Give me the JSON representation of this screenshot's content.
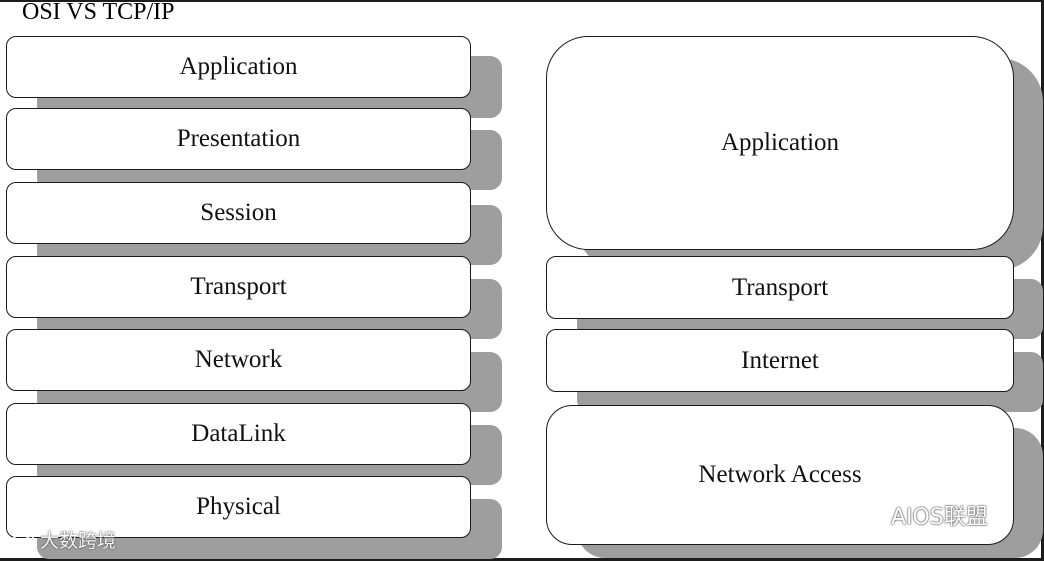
{
  "title": "OSI VS TCP/IP",
  "osi_layers": [
    "Application",
    "Presentation",
    "Session",
    "Transport",
    "Network",
    "DataLink",
    "Physical"
  ],
  "tcpip_layers": [
    "Application",
    "Transport",
    "Internet",
    "Network Access"
  ],
  "watermarks": {
    "left": "大数跨境",
    "right": "AIOS联盟"
  },
  "colors": {
    "shadow": "#9e9e9e",
    "border": "#1a1a1a",
    "background": "#ffffff"
  }
}
